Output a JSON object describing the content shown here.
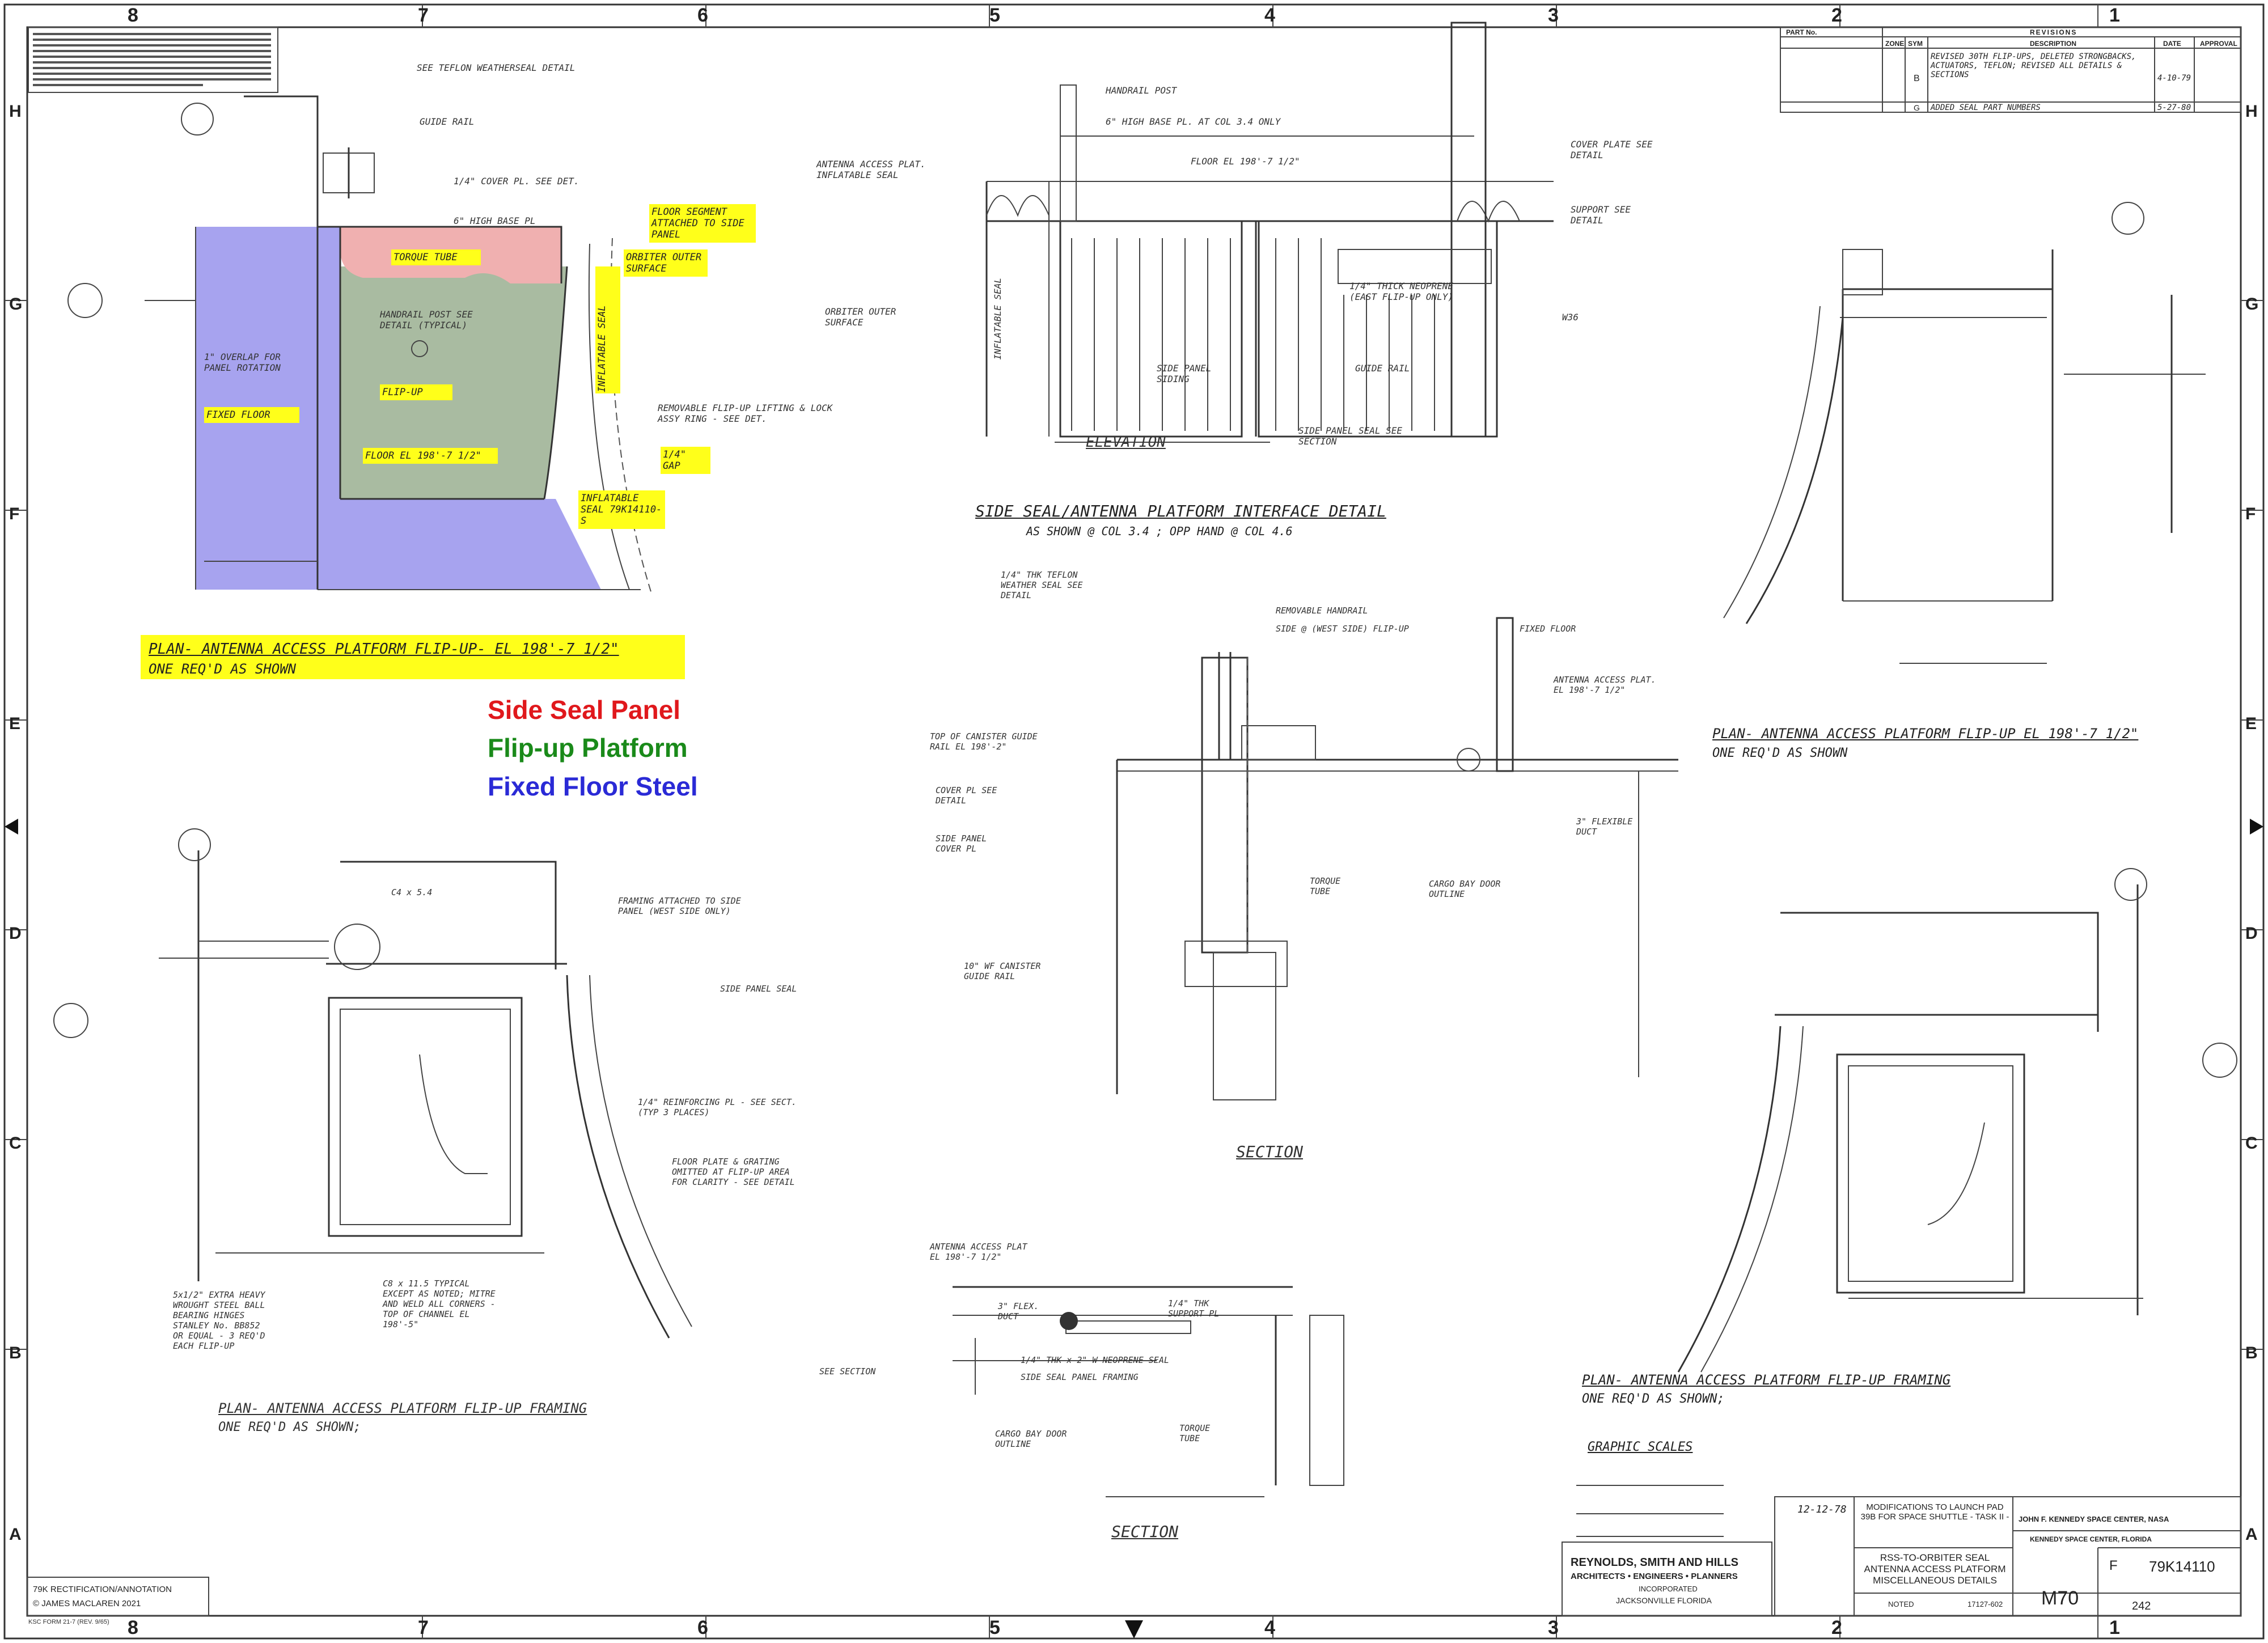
{
  "grid": {
    "columns": [
      "8",
      "7",
      "6",
      "5",
      "4",
      "3",
      "2",
      "1"
    ],
    "rows": [
      "H",
      "G",
      "F",
      "E",
      "D",
      "C",
      "B",
      "A"
    ]
  },
  "legend": {
    "side_seal": "Side Seal Panel",
    "flip_up": "Flip-up Platform",
    "fixed_floor": "Fixed Floor Steel",
    "colors": {
      "side_seal": "#e0181c",
      "flip_up": "#1a8a1a",
      "fixed_floor": "#2a2ad6",
      "highlight": "#ffff1a"
    }
  },
  "views": {
    "plan_top": {
      "title": "PLAN- ANTENNA ACCESS PLATFORM FLIP-UP- EL 198'-7 1/2\"",
      "sub": "ONE REQ'D AS SHOWN"
    },
    "plan_top_right": {
      "title": "PLAN- ANTENNA ACCESS PLATFORM FLIP-UP EL 198'-7 1/2\"",
      "sub": "ONE REQ'D AS SHOWN"
    },
    "framing_left": {
      "title": "PLAN- ANTENNA ACCESS PLATFORM FLIP-UP FRAMING",
      "sub": "ONE REQ'D AS SHOWN;"
    },
    "framing_right": {
      "title": "PLAN- ANTENNA ACCESS PLATFORM FLIP-UP FRAMING",
      "sub": "ONE REQ'D AS SHOWN;"
    },
    "elevation": {
      "title": "ELEVATION"
    },
    "interface": {
      "title": "SIDE SEAL/ANTENNA PLATFORM INTERFACE DETAIL",
      "sub": "AS SHOWN @ COL 3.4 ; OPP HAND @ COL 4.6"
    },
    "section_d": {
      "title": "SECTION"
    },
    "section_b": {
      "title": "SECTION"
    },
    "graphic_scales": {
      "title": "GRAPHIC SCALES"
    }
  },
  "highlight_labels": [
    "FLOOR SEGMENT ATTACHED TO SIDE PANEL",
    "ORBITER OUTER SURFACE",
    "TORQUE TUBE",
    "FLIP-UP",
    "FIXED FLOOR",
    "FLOOR EL 198'-7 1/2\"",
    "1/4\" GAP",
    "INFLATABLE SEAL",
    "INFLATABLE SEAL 79K14110-S"
  ],
  "notes_left": [
    "SEE TEFLON WEATHERSEAL DETAIL",
    "GUIDE RAIL",
    "1/4\" COVER PL. SEE DET.",
    "6\" HIGH BASE PL",
    "HANDRAIL POST SEE DETAIL (TYPICAL)",
    "REMOVABLE FLIP-UP LIFTING & LOCK ASSY RING - SEE DET.",
    "1\" OVERLAP FOR PANEL ROTATION"
  ],
  "notes_framing": [
    "FRAMING ATTACHED TO SIDE PANEL (WEST SIDE ONLY)",
    "C4 x 5.4",
    "SIDE PANEL SEAL",
    "1/4\" REINFORCING PL - SEE SECT. (TYP 3 PLACES)",
    "FLOOR PLATE & GRATING OMITTED AT FLIP-UP AREA FOR CLARITY - SEE DETAIL",
    "5x1/2\" EXTRA HEAVY WROUGHT STEEL BALL BEARING HINGES STANLEY No. BB852 OR EQUAL - 3 REQ'D EACH FLIP-UP",
    "C8 x 11.5 TYPICAL EXCEPT AS NOTED; MITRE AND WELD ALL CORNERS - TOP OF CHANNEL EL 198'-5\""
  ],
  "notes_elevation": [
    "HANDRAIL POST",
    "6\" HIGH BASE PL. AT COL 3.4 ONLY",
    "FLOOR EL 198'-7 1/2\"",
    "COVER PLATE SEE DETAIL",
    "SUPPORT SEE DETAIL",
    "1/4\" THICK NEOPRENE (EAST FLIP-UP ONLY)",
    "ORBITER OUTER SURFACE",
    "SIDE PANEL SIDING",
    "GUIDE RAIL",
    "SIDE PANEL SEAL SEE SECTION",
    "INFLATABLE SEAL",
    "ANTENNA ACCESS PLAT. INFLATABLE SEAL",
    "W36"
  ],
  "notes_section": [
    "1/4\" THK TEFLON WEATHER SEAL SEE DETAIL",
    "REMOVABLE HANDRAIL",
    "SIDE @ (WEST SIDE) FLIP-UP",
    "FIXED FLOOR",
    "ANTENNA ACCESS PLAT. EL 198'-7 1/2\"",
    "TOP OF CANISTER GUIDE RAIL EL 198'-2\"",
    "COVER PL SEE DETAIL",
    "SIDE PANEL COVER PL",
    "TORQUE TUBE",
    "CARGO BAY DOOR OUTLINE",
    "10\" WF CANISTER GUIDE RAIL",
    "3\" FLEXIBLE DUCT"
  ],
  "notes_section_b": [
    "ANTENNA ACCESS PLAT EL 198'-7 1/2\"",
    "3\" FLEX. DUCT",
    "1/4\" THK SUPPORT PL",
    "1/4\" THK x 2\" W NEOPRENE SEAL",
    "SIDE SEAL PANEL FRAMING",
    "CARGO BAY DOOR OUTLINE",
    "TORQUE TUBE",
    "SEE SECTION"
  ],
  "revisions": {
    "header": "REVISIONS",
    "cols": [
      "ZONE",
      "SYM",
      "DESCRIPTION",
      "DATE",
      "APPROVAL"
    ],
    "rows": [
      {
        "sym": "B",
        "desc": "REVISED 30TH FLIP-UPS, DELETED STRONGBACKS, ACTUATORS, TEFLON; REVISED ALL DETAILS & SECTIONS",
        "date": "4-10-79"
      },
      {
        "sym": "G",
        "desc": "ADDED SEAL PART NUMBERS",
        "date": "5-27-80"
      }
    ],
    "part_no": "PART No."
  },
  "title_block": {
    "firm": "REYNOLDS, SMITH AND HILLS",
    "firm_sub": "ARCHITECTS • ENGINEERS • PLANNERS",
    "firm_inc": "INCORPORATED",
    "firm_city": "JACKSONVILLE FLORIDA",
    "project": "MODIFICATIONS TO LAUNCH PAD 39B FOR SPACE SHUTTLE - TASK II -",
    "drawing_title": "RSS-TO-ORBITER SEAL ANTENNA ACCESS PLATFORM MISCELLANEOUS DETAILS",
    "agency": "JOHN F. KENNEDY SPACE CENTER, NASA",
    "agency_sub": "KENNEDY SPACE CENTER, FLORIDA",
    "date": "12-12-78",
    "size": "F",
    "dwg_no": "79K14110",
    "sheet": "M70",
    "sheet_no": "242",
    "scale": "NOTED",
    "job": "17127-602"
  },
  "credit": {
    "line1": "79K RECTIFICATION/ANNOTATION",
    "line2": "© JAMES MACLAREN 2021"
  },
  "form_no": "KSC FORM 21-7 (REV. 9/65)"
}
